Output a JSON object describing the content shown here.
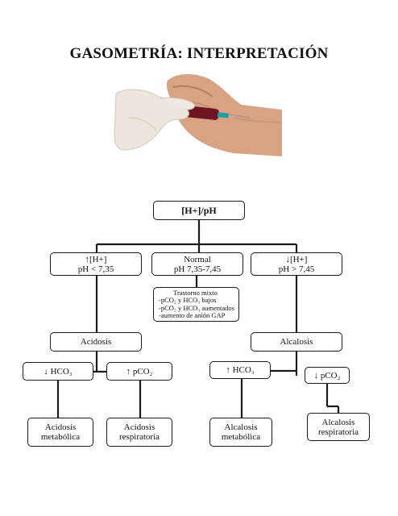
{
  "title": "GASOMETRÍA: INTERPRETACIÓN",
  "nodes": {
    "root": "[H+]/pH",
    "high_h_1": "↑[H+]",
    "high_h_2": "pH < 7,35",
    "normal_1": "Normal",
    "normal_2": "pH 7,35-7,45",
    "low_h_1": "↓[H+]",
    "low_h_2": "pH > 7,45",
    "mixed_1": "Trastorno mixto",
    "mixed_2": "-pCO₂ y HCO₃ bajos",
    "mixed_3": "-pCO₂ y HCO₃ aumentados",
    "mixed_4": "-aumento de anión GAP",
    "acidosis": "Acidosis",
    "alcalosis": "Alcalosis",
    "acid_hco3": "↓ HCO₃",
    "acid_pco2": "↑ pCO₂",
    "alk_hco3": "↑ HCO₃",
    "alk_pco2": "↓ pCO₂",
    "acid_met_1": "Acidosis",
    "acid_met_2": "metabólica",
    "acid_resp_1": "Acidosis",
    "acid_resp_2": "respiratoria",
    "alk_met_1": "Alcalosis",
    "alk_met_2": "metabólica",
    "alk_resp_1": "Alcalosis",
    "alk_resp_2": "respiratoria"
  },
  "photo": {
    "icon": "arterial-blood-sample-photo",
    "glove_color": "#ece6dc",
    "skin_color": "#d9a383",
    "blood_color": "#6e1523",
    "needle_color": "#1f9ea3"
  }
}
